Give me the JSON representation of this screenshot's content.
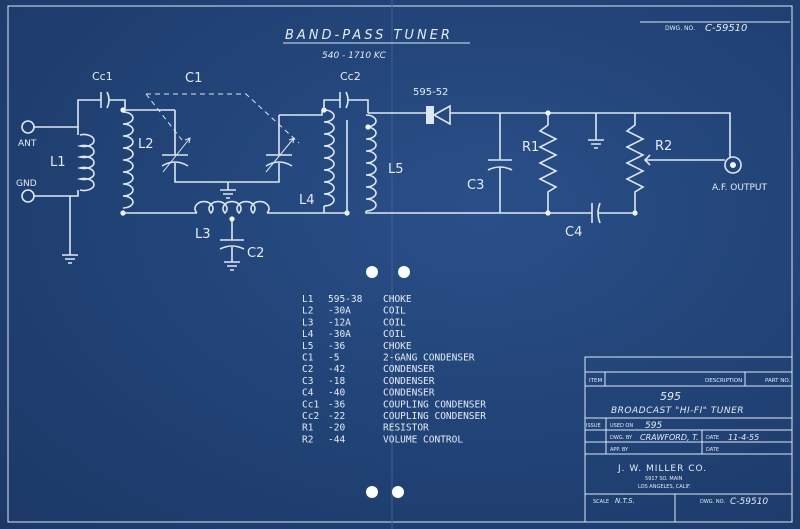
{
  "drawing_no_top": "C-59510",
  "drawing_no_top_label": "DWG. NO.",
  "title": "BAND-PASS TUNER",
  "subtitle": "540 - 1710 KC",
  "labels": {
    "ant": "ANT",
    "gnd": "GND",
    "af_output": "A.F. OUTPUT",
    "cc1": "Cc1",
    "c1": "C1",
    "cc2": "Cc2",
    "choke_part": "595-52",
    "l1": "L1",
    "l2": "L2",
    "l3": "L3",
    "l4": "L4",
    "l5": "L5",
    "c2": "C2",
    "c3": "C3",
    "c4": "C4",
    "r1": "R1",
    "r2": "R2"
  },
  "parts_list": [
    {
      "ref": "L1",
      "part": "595-38",
      "desc": "CHOKE"
    },
    {
      "ref": "L2",
      "part": "-30A",
      "desc": "COIL"
    },
    {
      "ref": "L3",
      "part": "-12A",
      "desc": "COIL"
    },
    {
      "ref": "L4",
      "part": "-30A",
      "desc": "COIL"
    },
    {
      "ref": "L5",
      "part": "-36",
      "desc": "CHOKE"
    },
    {
      "ref": "C1",
      "part": "-5",
      "desc": "2-GANG CONDENSER"
    },
    {
      "ref": "C2",
      "part": "-42",
      "desc": "CONDENSER"
    },
    {
      "ref": "C3",
      "part": "-18",
      "desc": "CONDENSER"
    },
    {
      "ref": "C4",
      "part": "-40",
      "desc": "CONDENSER"
    },
    {
      "ref": "Cc1",
      "part": "-36",
      "desc": "COUPLING CONDENSER"
    },
    {
      "ref": "Cc2",
      "part": "-22",
      "desc": "COUPLING CONDENSER"
    },
    {
      "ref": "R1",
      "part": "-20",
      "desc": "RESISTOR"
    },
    {
      "ref": "R2",
      "part": "-44",
      "desc": "VOLUME CONTROL"
    }
  ],
  "title_block": {
    "col_item": "ITEM",
    "col_description": "DESCRIPTION",
    "col_part_no": "PART NO.",
    "model": "595",
    "name": "BROADCAST \"HI-FI\" TUNER",
    "used_on_label": "USED ON",
    "used_on": "595",
    "dwg_by_label": "DWG. BY",
    "dwg_by": "CRAWFORD, T.",
    "date_label": "DATE",
    "date": "11-4-55",
    "issue_label": "ISSUE",
    "appd_label": "APP. BY",
    "date2_label": "DATE",
    "company": "J. W. MILLER CO.",
    "address1": "5917 SO. MAIN",
    "address2": "LOS ANGELES, CALIF.",
    "scale_label": "SCALE",
    "scale": "N.T.S.",
    "dwg_no_label": "DWG. NO.",
    "dwg_no": "C-59510"
  }
}
